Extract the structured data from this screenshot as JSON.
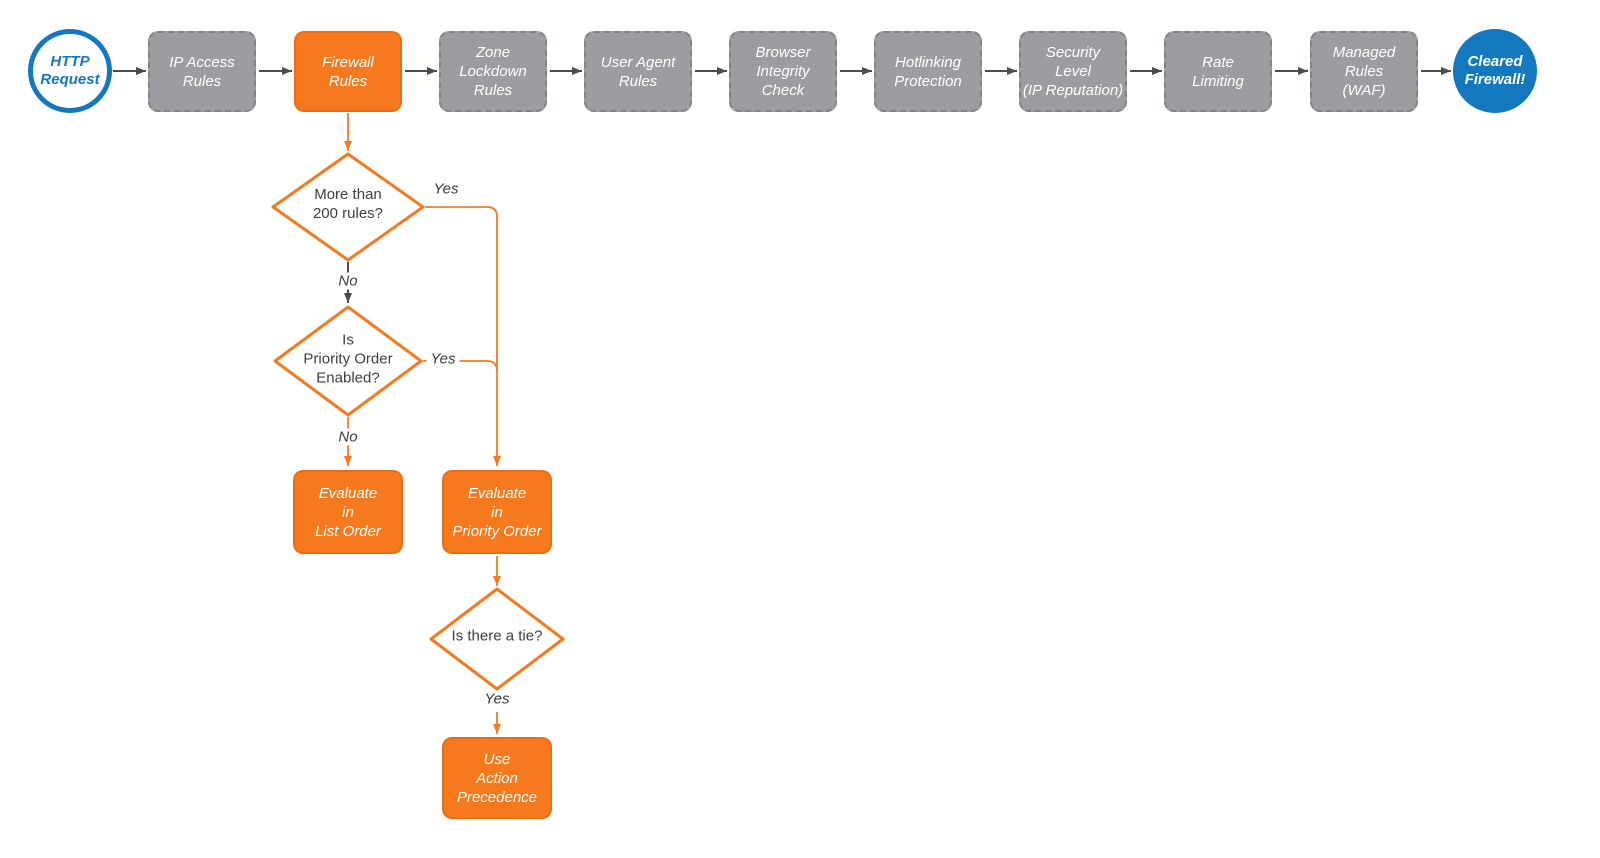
{
  "colors": {
    "accent_orange": "#F7791D",
    "step_gray": "#9C9DA0",
    "endpoint_blue": "#1478BE",
    "arrow_gray": "#4C4C4E",
    "diamond_text": "#3E3E40"
  },
  "pipeline": {
    "start": {
      "label": "HTTP\nRequest"
    },
    "steps": [
      {
        "label": "IP Access\nRules"
      },
      {
        "label": "Firewall\nRules"
      },
      {
        "label": "Zone\nLockdown\nRules"
      },
      {
        "label": "User Agent\nRules"
      },
      {
        "label": "Browser\nIntegrity\nCheck"
      },
      {
        "label": "Hotlinking\nProtection"
      },
      {
        "label": "Security\nLevel\n(IP Reputation)"
      },
      {
        "label": "Rate\nLimiting"
      },
      {
        "label": "Managed\nRules\n(WAF)"
      }
    ],
    "end": {
      "label": "Cleared\nFirewall!"
    }
  },
  "decisions": {
    "d1": "More than\n200 rules?",
    "d2": "Is\nPriority Order\nEnabled?",
    "d3": "Is there a tie?"
  },
  "actions": {
    "list_order": "Evaluate\nin\nList Order",
    "priority_order": "Evaluate\nin\nPriority Order",
    "action_precedence": "Use\nAction\nPrecedence"
  },
  "edge_labels": {
    "yes1": "Yes",
    "no1": "No",
    "yes2": "Yes",
    "no2": "No",
    "yes3": "Yes"
  }
}
